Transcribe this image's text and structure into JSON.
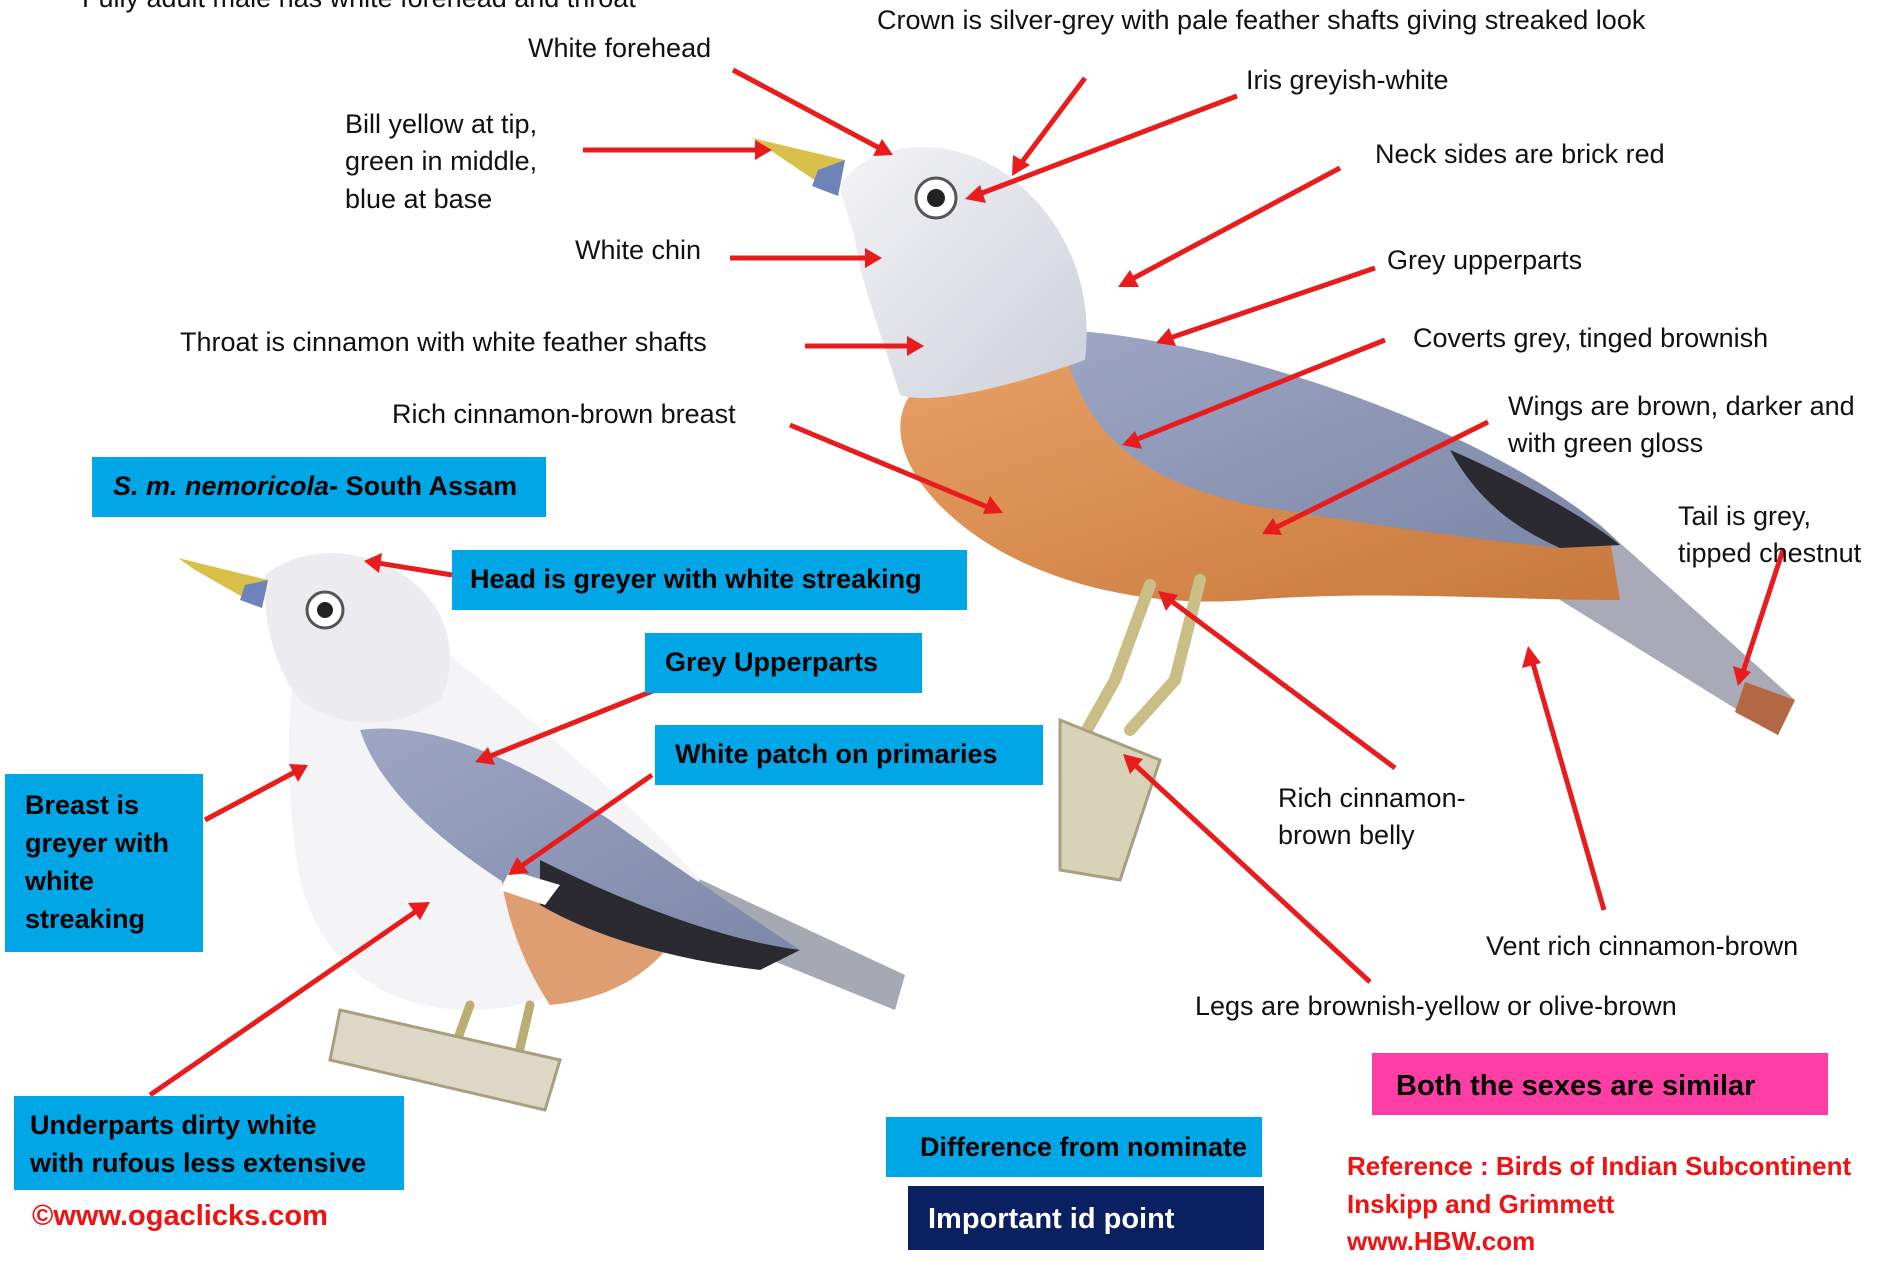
{
  "top_partial_text": "Fully adult male has white forehead and throat",
  "nominate_labels": {
    "crown": "Crown is silver-grey with pale feather shafts giving streaked look",
    "forehead": "White forehead",
    "iris": "Iris greyish-white",
    "bill": [
      "Bill yellow at tip,",
      "green in middle,",
      "blue at base"
    ],
    "neck": "Neck  sides are brick red",
    "chin": "White chin",
    "upperparts": "Grey upperparts",
    "throat": "Throat is cinnamon with white feather shafts",
    "coverts": "Coverts grey, tinged brownish",
    "breast": "Rich cinnamon-brown breast",
    "wings": [
      "Wings are brown, darker and",
      "with green gloss"
    ],
    "tail": [
      "Tail is grey,",
      "tipped chestnut"
    ],
    "belly": [
      "Rich cinnamon-",
      "brown belly"
    ],
    "vent": "Vent rich cinnamon-brown",
    "legs": "Legs are brownish-yellow or olive-brown"
  },
  "subspecies_box": {
    "italic": "S. m. nemoricola",
    "rest": "- South Assam"
  },
  "difference_boxes": {
    "head": "Head is greyer with white streaking",
    "upperparts": "Grey  Upperparts",
    "primaries": "White patch  on primaries",
    "breast": [
      "Breast  is",
      "greyer with",
      "white",
      "streaking"
    ],
    "underparts": [
      "Underparts dirty white",
      "with rufous less extensive"
    ]
  },
  "legend": {
    "difference": "Difference from nominate",
    "important": "Important  id point",
    "sexes": "Both  the sexes are similar"
  },
  "reference": [
    "Reference : Birds of Indian Subcontinent",
    "Inskipp and Grimmett",
    "www.HBW.com"
  ],
  "copyright": "©www.ogaclicks.com",
  "colors": {
    "arrow": "#e81c1c",
    "difference_box": "#00a6e6",
    "sexes_box": "#ff3ea5",
    "important_box": "#0a2060",
    "reference_text": "#f01212"
  }
}
